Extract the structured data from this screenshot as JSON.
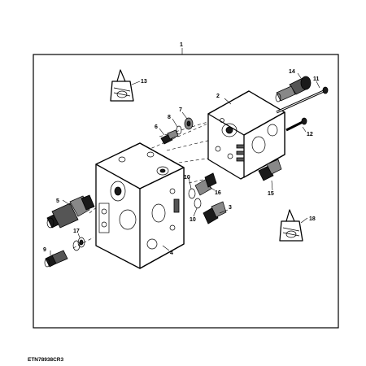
{
  "diagram": {
    "assembly_callout": "1",
    "figure_code": "ETN78938CR3",
    "callouts": [
      {
        "id": "c2",
        "text": "2"
      },
      {
        "id": "c3",
        "text": "3"
      },
      {
        "id": "c4",
        "text": "4"
      },
      {
        "id": "c5",
        "text": "5"
      },
      {
        "id": "c6",
        "text": "6"
      },
      {
        "id": "c7",
        "text": "7"
      },
      {
        "id": "c8",
        "text": "8"
      },
      {
        "id": "c9",
        "text": "9"
      },
      {
        "id": "c10a",
        "text": "10"
      },
      {
        "id": "c10b",
        "text": "10"
      },
      {
        "id": "c11",
        "text": "11"
      },
      {
        "id": "c12",
        "text": "12"
      },
      {
        "id": "c13",
        "text": "13"
      },
      {
        "id": "c14",
        "text": "14"
      },
      {
        "id": "c15",
        "text": "15"
      },
      {
        "id": "c16",
        "text": "16"
      },
      {
        "id": "c17",
        "text": "17"
      },
      {
        "id": "c18",
        "text": "18"
      }
    ]
  }
}
